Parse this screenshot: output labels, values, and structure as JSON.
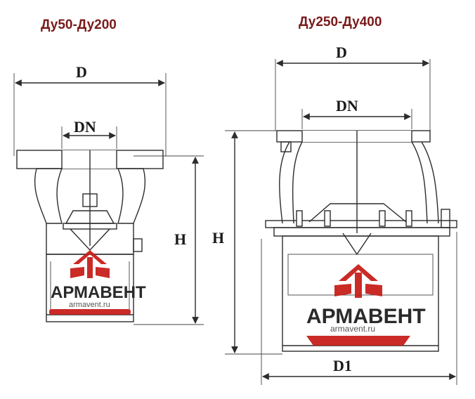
{
  "titles": {
    "left": "Ду50-Ду200",
    "right": "Ду250-Ду400"
  },
  "dimensions": {
    "left_D": "D",
    "left_DN": "DN",
    "left_H": "H",
    "right_D": "D",
    "right_DN": "DN",
    "right_H": "H",
    "right_D1": "D1"
  },
  "watermark": {
    "brand": "АРМАВЕНТ",
    "url": "armavent.ru"
  },
  "colors": {
    "ink": "#2c2c2c",
    "section_hatch": "#b03030",
    "logo_red": "#c8201c",
    "title_text": "#7a1a1a"
  }
}
